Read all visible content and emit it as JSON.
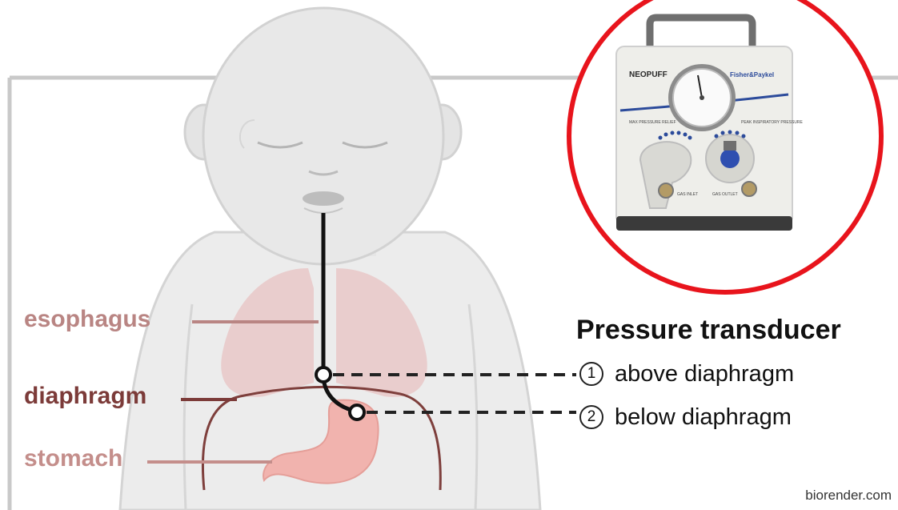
{
  "labels": {
    "esophagus": "esophagus",
    "diaphragm": "diaphragm",
    "stomach": "stomach"
  },
  "legend": {
    "title": "Pressure transducer",
    "items": [
      {
        "num": "1",
        "text": "above diaphragm"
      },
      {
        "num": "2",
        "text": "below diaphragm"
      }
    ]
  },
  "device": {
    "brand": "NEOPUFF",
    "maker": "Fisher&Paykel",
    "knob_left_label": "MAX PRESSURE RELIEF",
    "knob_right_label": "PEAK INSPIRATORY PRESSURE",
    "port_left_label": "GAS INLET",
    "port_right_label": "GAS OUTLET"
  },
  "credit": "biorender.com",
  "colors": {
    "highlight_circle": "#e8141c",
    "esophagus_label": "#b98583",
    "diaphragm_label": "#7c3b39",
    "stomach_label": "#c48e8b",
    "lungs": "#e9c8c8",
    "stomach_fill": "#f1b3ae"
  }
}
